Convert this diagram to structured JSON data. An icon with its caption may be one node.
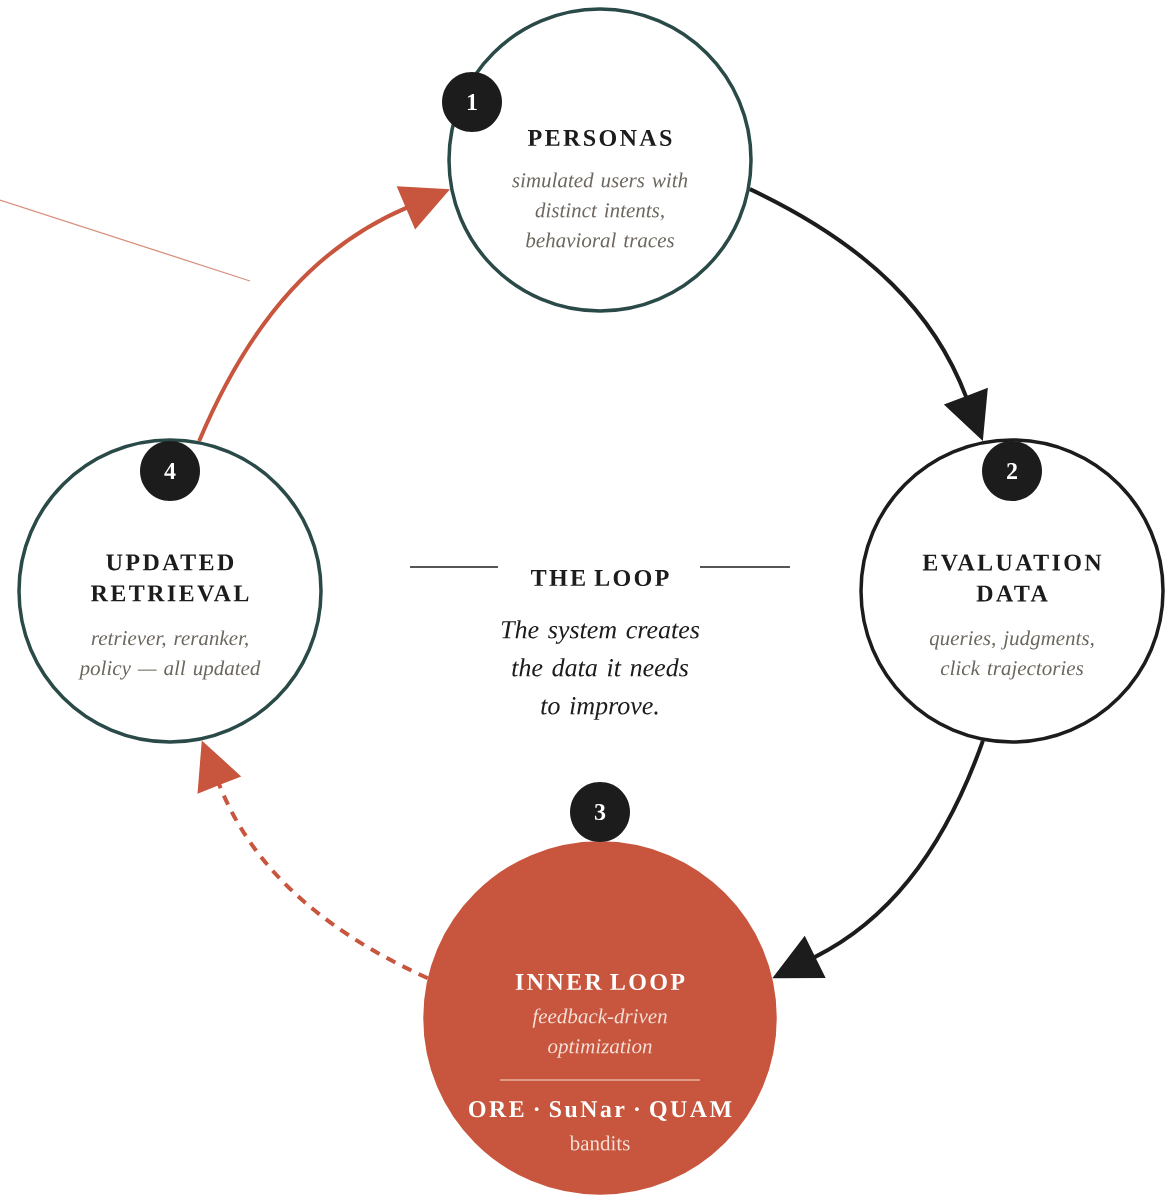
{
  "diagram": {
    "nodes": [
      {
        "text": [
          "1"
        ]
      },
      {
        "text": [
          "PERSONAS",
          "simulated users with distinct intents, behavioral traces"
        ]
      },
      {
        "text": [
          "2"
        ],
        "in": 3
      },
      {
        "text": [
          "EVALUATION DATA",
          "queries, judgments, click trajectories"
        ]
      },
      {
        "text": [
          "3"
        ]
      },
      {
        "text": [
          "INNER LOOP",
          "feedback-driven optimization",
          "ORE · SuNar · QUAM",
          "bandits"
        ]
      },
      {
        "text": [
          "4"
        ],
        "in": 7
      },
      {
        "text": [
          "UPDATED RETRIEVAL",
          "retriever, reranker, policy — all updated"
        ]
      }
    ],
    "edges": [
      {
        "from": 7,
        "to": 1,
        "arrow": "to",
        "color": "#c8553d"
      },
      {
        "from": 1,
        "to": 3,
        "arrow": "to",
        "color": "#1c1c1c"
      },
      {
        "from": 3,
        "to": 5,
        "arrow": "to",
        "color": "#1c1c1c"
      },
      {
        "from": 5,
        "to": 7,
        "arrow": "to",
        "style": "dashed",
        "color": "#c8553d"
      }
    ],
    "labels": [
      "THE LOOP",
      "The system creates the data it needs to improve."
    ]
  }
}
